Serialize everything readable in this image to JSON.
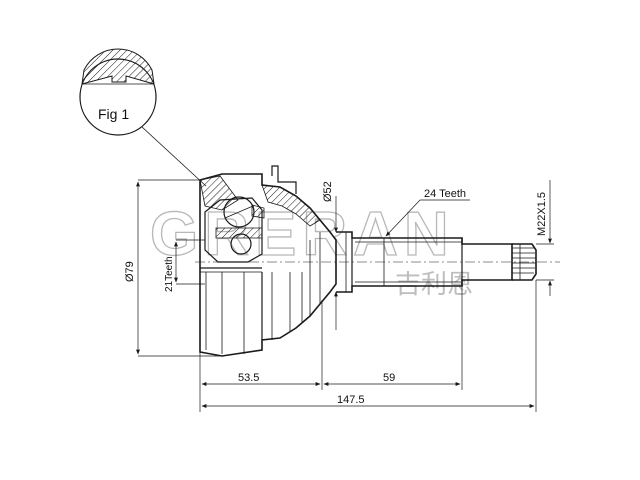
{
  "watermark": {
    "brand": "GRERAN",
    "brand_cn": "吉利恩"
  },
  "detail": {
    "label": "Fig 1"
  },
  "dimensions": {
    "outer_diameter": "Ø79",
    "inner_spline_teeth": "21Teeth",
    "seal_diameter": "Ø52",
    "outer_spline_teeth": "24 Teeth",
    "thread": "M22X1.5",
    "length_a": "53.5",
    "length_b": "59",
    "overall_length": "147.5"
  },
  "colors": {
    "ink": "#1a1a1a",
    "watermark": "#b8b8b8"
  }
}
